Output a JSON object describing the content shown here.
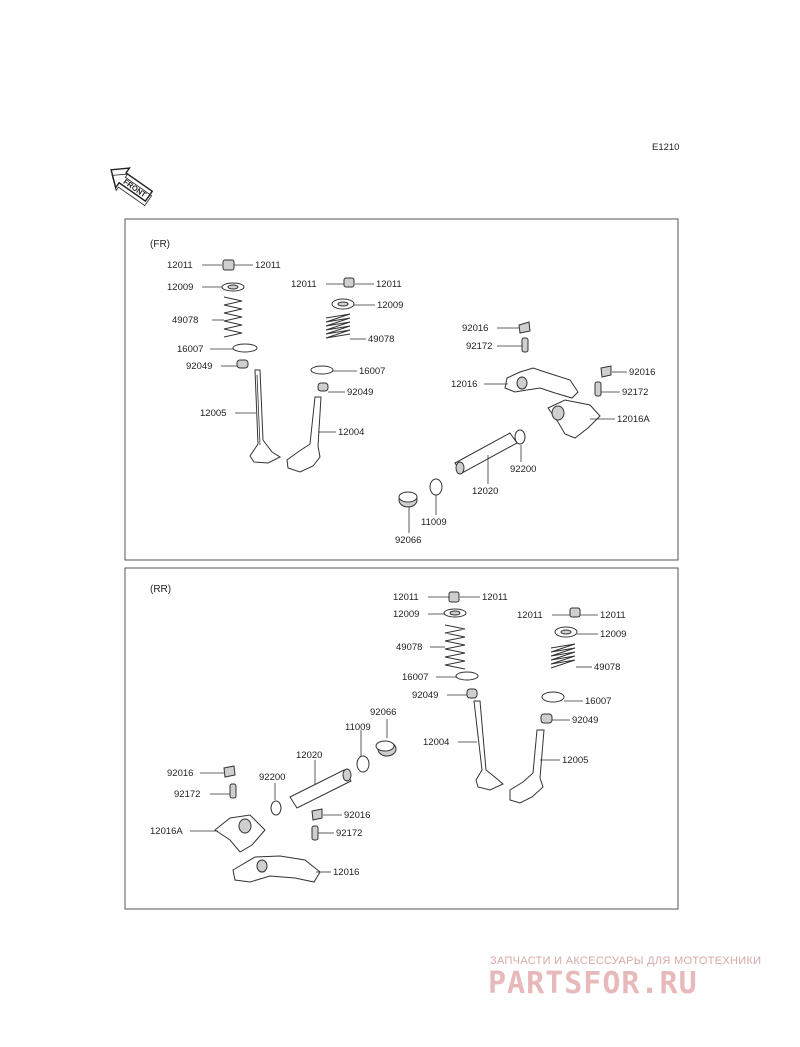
{
  "diagram_code": "E1210",
  "front_arrow": {
    "text": "FRONT",
    "icon": "front-arrow-icon"
  },
  "sections": {
    "fr": {
      "title": "(FR)",
      "labels": {
        "a12011_l": "12011",
        "a12011_r": "12011",
        "a12009": "12009",
        "a49078": "49078",
        "a16007": "16007",
        "a92049": "92049",
        "a12005": "12005",
        "b12011_l": "12011",
        "b12011_r": "12011",
        "b12009": "12009",
        "b49078": "49078",
        "b16007": "16007",
        "b92049": "92049",
        "b12004": "12004",
        "c92016_a": "92016",
        "c92172_a": "92172",
        "c12016": "12016",
        "c92016_b": "92016",
        "c92172_b": "92172",
        "c12016A": "12016A",
        "c92200": "92200",
        "c12020": "12020",
        "c11009": "11009",
        "c92066": "92066"
      }
    },
    "rr": {
      "title": "(RR)",
      "labels": {
        "a12011_l": "12011",
        "a12011_r": "12011",
        "a12009": "12009",
        "a49078": "49078",
        "a16007": "16007",
        "a92049": "92049",
        "a12004": "12004",
        "b12011_l": "12011",
        "b12011_r": "12011",
        "b12009": "12009",
        "b49078": "49078",
        "b16007": "16007",
        "b92049": "92049",
        "b12005": "12005",
        "c92066": "92066",
        "c11009": "11009",
        "c12020": "12020",
        "c92016_a": "92016",
        "c92200": "92200",
        "c92172_a": "92172",
        "c92016_b": "92016",
        "c12016A": "12016A",
        "c92172_b": "92172",
        "c12016": "12016"
      }
    }
  },
  "watermark": {
    "tagline": "ЗАПЧАСТИ И АКСЕССУАРЫ ДЛЯ МОТОТЕХНИКИ",
    "brand": "PARTSFOR.RU"
  },
  "colors": {
    "line": "#333333",
    "frame": "#555555",
    "watermark": "#e8b9bb"
  }
}
